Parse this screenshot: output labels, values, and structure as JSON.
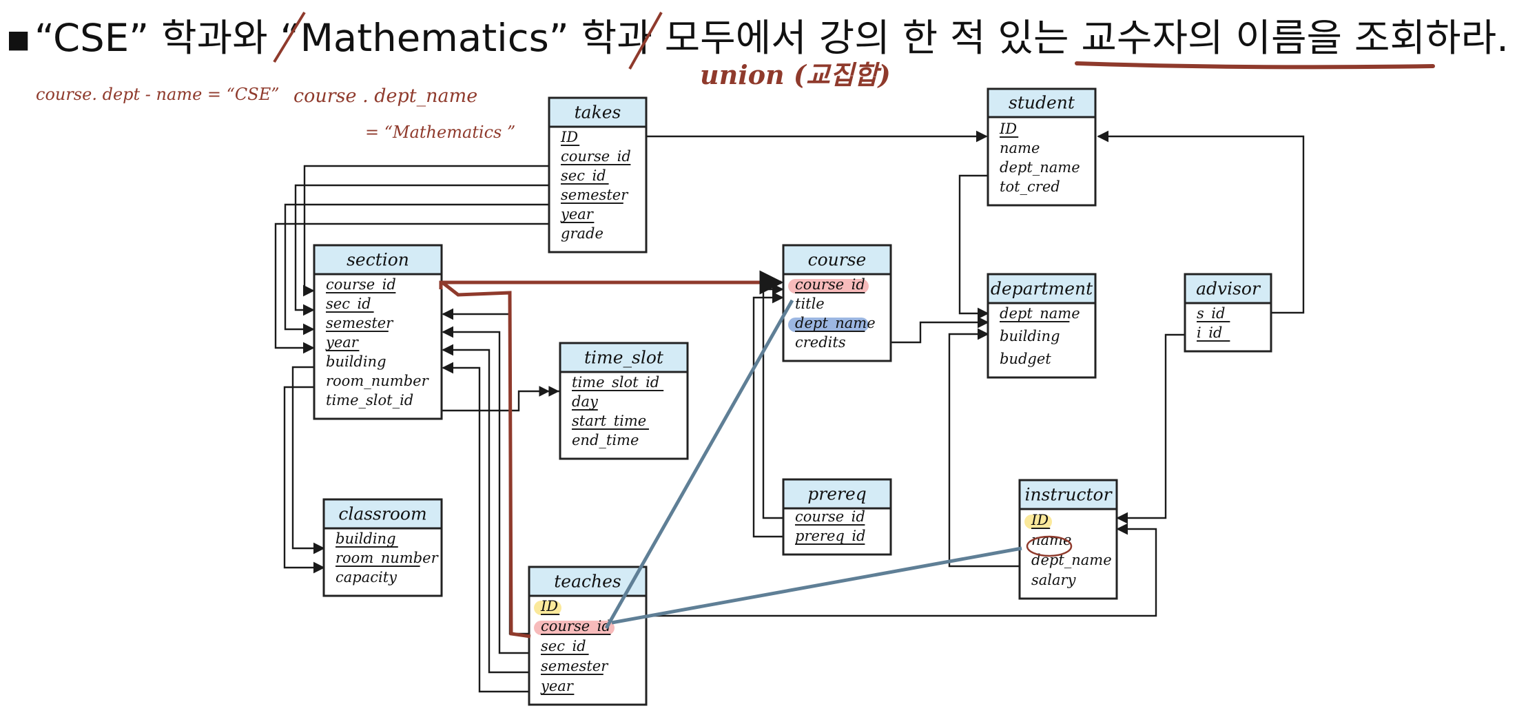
{
  "header": {
    "bullet": "▪",
    "text": "“CSE” 학과와 “Mathematics” 학과 모두에서 강의 한 적 있는 교수자의 이름을 조회하라."
  },
  "annotations": {
    "union": "union (교집합)",
    "cse_cond": "course. dept - name = “CSE”",
    "math_cond_1": "course . dept_name",
    "math_cond_2": "= “Mathematics ”"
  },
  "tables": {
    "takes": {
      "name": "takes",
      "attrs": [
        "ID",
        "course_id",
        "sec_id",
        "semester",
        "year",
        "grade"
      ]
    },
    "student": {
      "name": "student",
      "attrs": [
        "ID",
        "name",
        "dept_name",
        "tot_cred"
      ]
    },
    "section": {
      "name": "section",
      "attrs": [
        "course_id",
        "sec_id",
        "semester",
        "year",
        "building",
        "room_number",
        "time_slot_id"
      ]
    },
    "course": {
      "name": "course",
      "attrs": [
        "course_id",
        "title",
        "dept_name",
        "credits"
      ]
    },
    "department": {
      "name": "department",
      "attrs": [
        "dept_name",
        "building",
        "budget"
      ]
    },
    "advisor": {
      "name": "advisor",
      "attrs": [
        "s_id",
        "i_id"
      ]
    },
    "time_slot": {
      "name": "time_slot",
      "attrs": [
        "time_slot_id",
        "day",
        "start_time",
        "end_time"
      ]
    },
    "classroom": {
      "name": "classroom",
      "attrs": [
        "building",
        "room_number",
        "capacity"
      ]
    },
    "prereq": {
      "name": "prereq",
      "attrs": [
        "course_id",
        "prereq_id"
      ]
    },
    "instructor": {
      "name": "instructor",
      "attrs": [
        "ID",
        "name",
        "dept_name",
        "salary"
      ]
    },
    "teaches": {
      "name": "teaches",
      "attrs": [
        "ID",
        "course_id",
        "sec_id",
        "semester",
        "year"
      ]
    }
  },
  "colors": {
    "header_fill": "#d4ebf6",
    "ink_red": "#8f3a2c",
    "blue_line": "#5f7f96",
    "hl_pink": "#f4a4a4",
    "hl_blue": "#7b9fd8",
    "hl_yellow": "#f9e27a"
  }
}
